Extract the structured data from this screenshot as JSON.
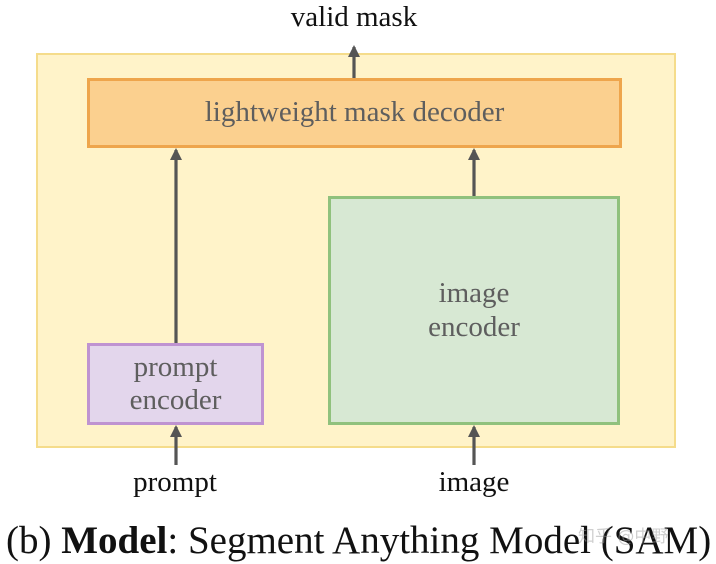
{
  "diagram": {
    "outputs": {
      "valid_mask": "valid mask"
    },
    "boxes": {
      "decoder": "lightweight mask decoder",
      "prompt_encoder": "prompt\nencoder",
      "image_encoder": "image\nencoder"
    },
    "inputs": {
      "prompt": "prompt",
      "image": "image"
    },
    "colors": {
      "panel_fill": "#fff3c9",
      "panel_border": "#f5dc8b",
      "decoder_fill": "#fbd08f",
      "decoder_border": "#eea54c",
      "prompt_fill": "#e3d6ec",
      "prompt_border": "#bf93d1",
      "image_fill": "#d7e8d3",
      "image_border": "#90c17d",
      "arrow": "#555555"
    }
  },
  "caption": {
    "prefix": "(b) ",
    "bold": "Model",
    "rest": ": Segment Anything Model (SAM)"
  },
  "watermark": "知乎 @中野"
}
